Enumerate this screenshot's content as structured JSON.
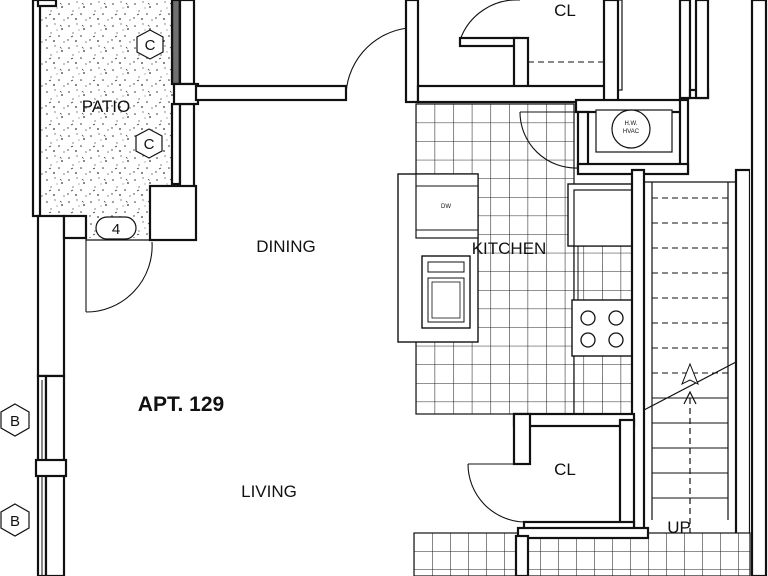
{
  "plan": {
    "unit_label": "APT. 129",
    "rooms": {
      "patio": "PATIO",
      "dining": "DINING",
      "kitchen": "KITCHEN",
      "living": "LIVING",
      "closet_top": "CL",
      "closet_bottom": "CL"
    },
    "appliances": {
      "dishwasher": "DW",
      "water_heater_line1": "H.W.",
      "water_heater_line2": "HVAC"
    },
    "stair_label": "UP",
    "tags": {
      "patio_c_upper": "C",
      "patio_c_lower": "C",
      "patio_number": "4",
      "window_b_upper": "B",
      "window_b_lower": "B"
    },
    "colors": {
      "line": "#111111",
      "background": "#ffffff"
    }
  }
}
